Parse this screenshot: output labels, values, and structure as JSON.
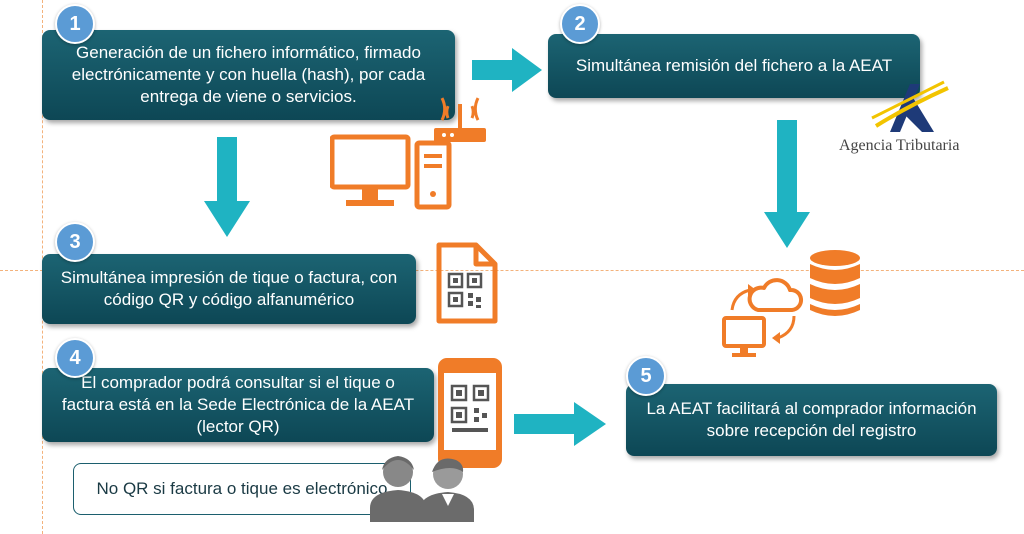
{
  "steps": [
    {
      "number": "1",
      "text": "Generación de un fichero informático, firmado electrónicamente y con huella (hash), por cada entrega de viene o servicios."
    },
    {
      "number": "2",
      "text": "Simultánea remisión del fichero a la AEAT"
    },
    {
      "number": "3",
      "text": "Simultánea impresión de tique o factura, con código QR y código alfanumérico"
    },
    {
      "number": "4",
      "text": "El comprador podrá consultar si el tique o factura está en la Sede Electrónica de la AEAT (lector QR)"
    },
    {
      "number": "5",
      "text": "La AEAT facilitará al comprador información sobre recepción del registro"
    }
  ],
  "note": "No QR si factura o tique es electrónico",
  "logo": {
    "text": "Agencia Tributaria"
  },
  "icons": [
    "computer-icon",
    "router-icon",
    "qr-document-icon",
    "database-icon",
    "cloud-sync-icon",
    "smartphone-qr-icon",
    "buyers-icon",
    "aeat-logo-icon"
  ],
  "colors": {
    "box": "#0f4c5a",
    "number_badge": "#5b9bd5",
    "arrow": "#1fb3c2",
    "icon": "#f07c28",
    "guide": "#f3b27c"
  }
}
